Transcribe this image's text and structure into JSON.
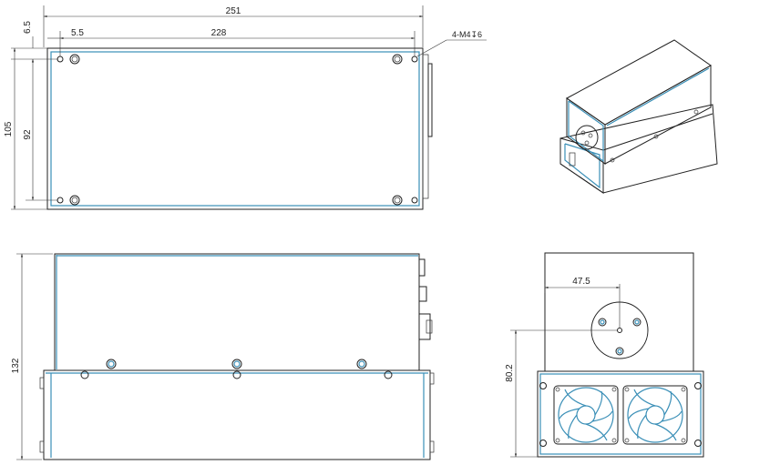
{
  "dimensions": {
    "top_length": "251",
    "top_offset": "6.5",
    "hole_edge": "5.5",
    "hole_span": "228",
    "hole_spec": "4-M4↧6",
    "top_height": "105",
    "hole_vspan": "92",
    "side_height": "132",
    "front_hole_offset": "47.5",
    "front_center_height": "80.2"
  },
  "colors": {
    "line": "#222222",
    "edge_highlight": "#3a8fb7",
    "fan_blue": "#3a8fb7"
  }
}
